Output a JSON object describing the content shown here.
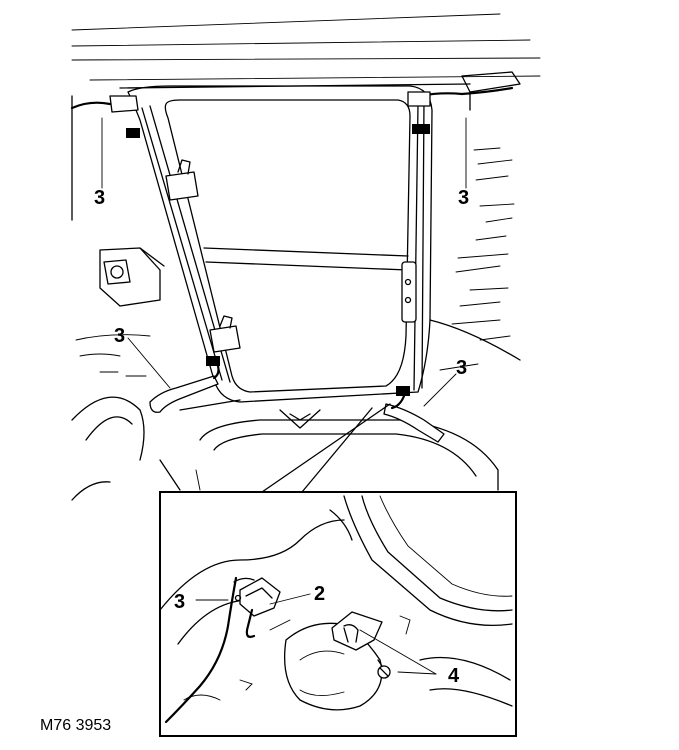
{
  "callouts": {
    "harness_top_left": "3",
    "harness_top_right": "3",
    "harness_mid_left": "3",
    "harness_mid_right": "3",
    "inset_harness": "3",
    "inset_connector": "2",
    "inset_clip": "4"
  },
  "reference_code": "M76 3953"
}
